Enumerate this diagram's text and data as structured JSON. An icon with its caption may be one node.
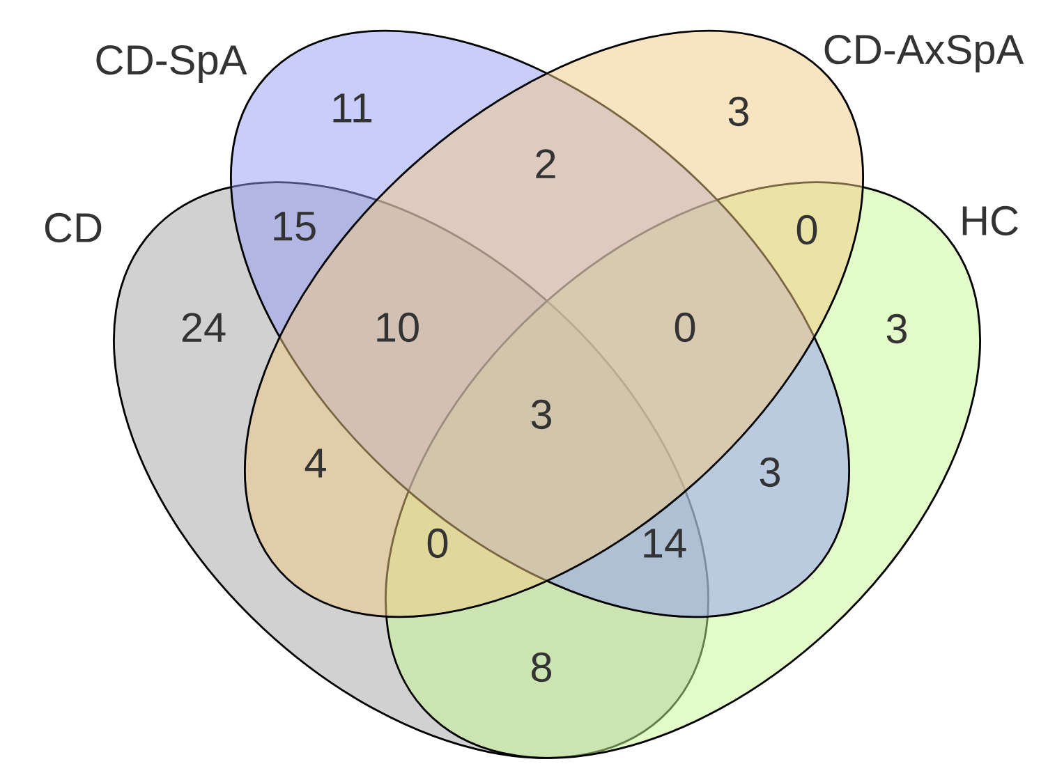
{
  "diagram": {
    "nodes": [
      {
        "text": [
          "CD-SpA"
        ]
      },
      {
        "text": [
          "CD-AxSpA"
        ]
      },
      {
        "text": [
          "CD"
        ]
      },
      {
        "text": [
          "HC"
        ]
      }
    ],
    "labels": [
      "11",
      "3",
      "2",
      "15",
      "0",
      "24",
      "10",
      "0",
      "3",
      "3",
      "4",
      "3",
      "0",
      "14",
      "8"
    ]
  }
}
